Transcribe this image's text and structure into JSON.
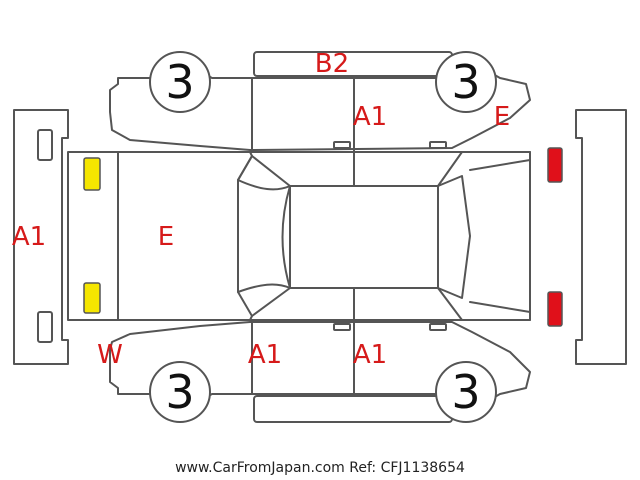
{
  "colors": {
    "outline": "#555555",
    "damage_text": "#d61a1a",
    "front_lamp": "#f5e600",
    "rear_lamp": "#e0101a"
  },
  "wheels": {
    "front_left": "3",
    "rear_left": "3",
    "front_right": "3",
    "rear_right": "3"
  },
  "damage_codes": {
    "rear_bumper_top": "B2",
    "left_rear_door": "A1",
    "left_rear_fender": "E",
    "front_bumper": "A1",
    "hood": "E",
    "front_right_corner": "W",
    "right_front_door": "A1",
    "right_rear_door": "A1"
  },
  "footer": {
    "text": "www.CarFromJapan.com Ref: CFJ1138654"
  }
}
